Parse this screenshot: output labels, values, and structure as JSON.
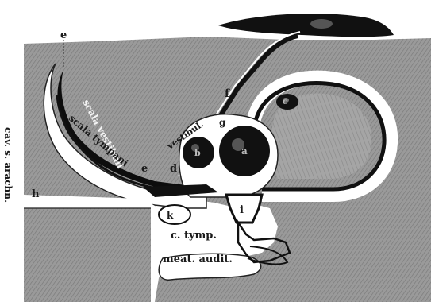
{
  "figure": {
    "labels": {
      "e_top": "e",
      "scala_vestibuli": "scala vestibuli",
      "scala_tympani": "scala tympani",
      "e_mid": "e",
      "d": "d",
      "vestibul": "vestibul.",
      "f": "f",
      "g": "g",
      "a": "a",
      "b": "b",
      "c": "c",
      "h": "h",
      "k": "k",
      "i": "i",
      "c_tymp": "c. tymp.",
      "meat_audit": "meat. audit.",
      "cav_s_arachn": "cav. s. arachn."
    }
  }
}
